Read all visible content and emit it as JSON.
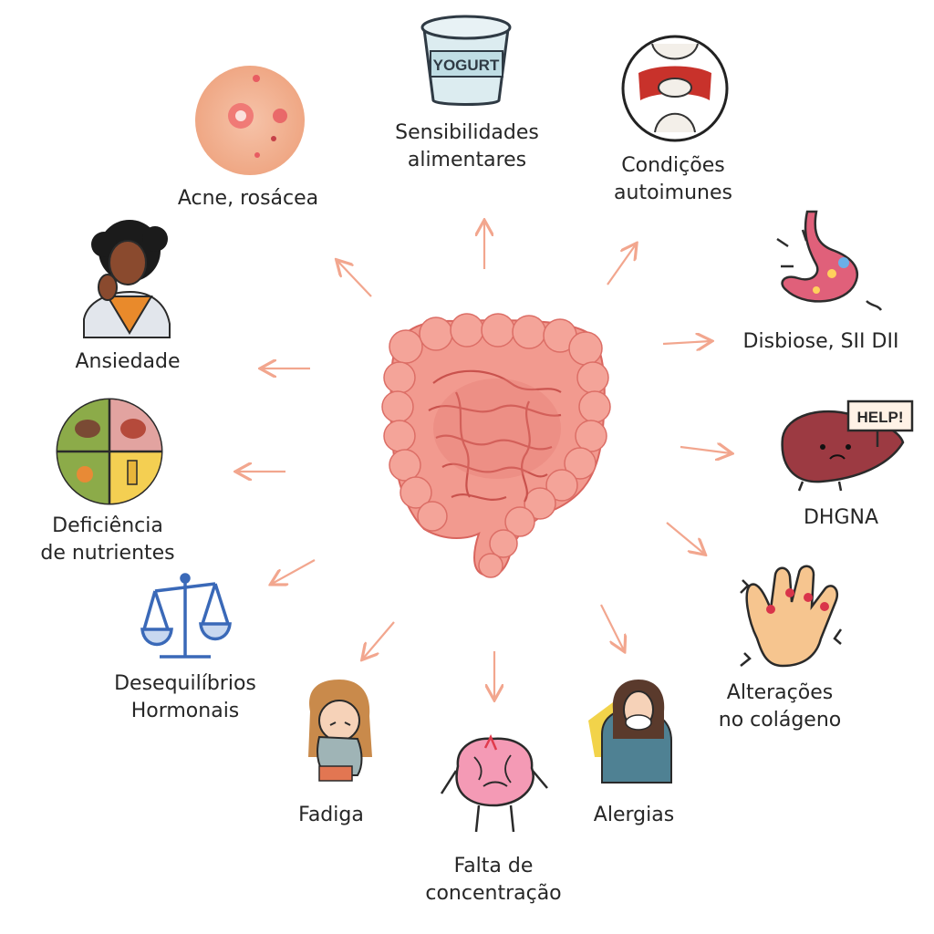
{
  "colors": {
    "arrow": "#f2a68e",
    "intestine": "#ef8c83",
    "intestine_dark": "#d9655e",
    "text": "#262626"
  },
  "center": {
    "icon": "intestine-illustration"
  },
  "nodes": [
    {
      "id": "acne",
      "icon": "skin-acne-icon",
      "lines": [
        "Acne, rosácea"
      ]
    },
    {
      "id": "food",
      "icon": "yogurt-icon",
      "lines": [
        "Sensibilidades",
        "alimentares"
      ],
      "icon_text": "YOGURT"
    },
    {
      "id": "autoimmune",
      "icon": "joint-knee-icon",
      "lines": [
        "Condições",
        "autoimunes"
      ]
    },
    {
      "id": "dysbiosis",
      "icon": "stomach-icon",
      "lines": [
        "Disbiose, SII DII"
      ]
    },
    {
      "id": "nafld",
      "icon": "liver-help-icon",
      "lines": [
        "DHGNA"
      ],
      "icon_text": "HELP!"
    },
    {
      "id": "collagen",
      "icon": "hand-joint-pain-icon",
      "lines": [
        "Alterações",
        "no colágeno"
      ]
    },
    {
      "id": "allergies",
      "icon": "sneezing-woman-icon",
      "lines": [
        "Alergias"
      ]
    },
    {
      "id": "concentration",
      "icon": "brain-icon",
      "lines": [
        "Falta de",
        "concentração"
      ]
    },
    {
      "id": "fatigue",
      "icon": "tired-girl-icon",
      "lines": [
        "Fadiga"
      ]
    },
    {
      "id": "hormones",
      "icon": "balance-scale-icon",
      "lines": [
        "Desequilíbrios",
        "Hormonais"
      ]
    },
    {
      "id": "nutrients",
      "icon": "food-plate-icon",
      "lines": [
        "Deficiência",
        "de nutrientes"
      ]
    },
    {
      "id": "anxiety",
      "icon": "anxious-woman-icon",
      "lines": [
        "Ansiedade"
      ]
    }
  ]
}
